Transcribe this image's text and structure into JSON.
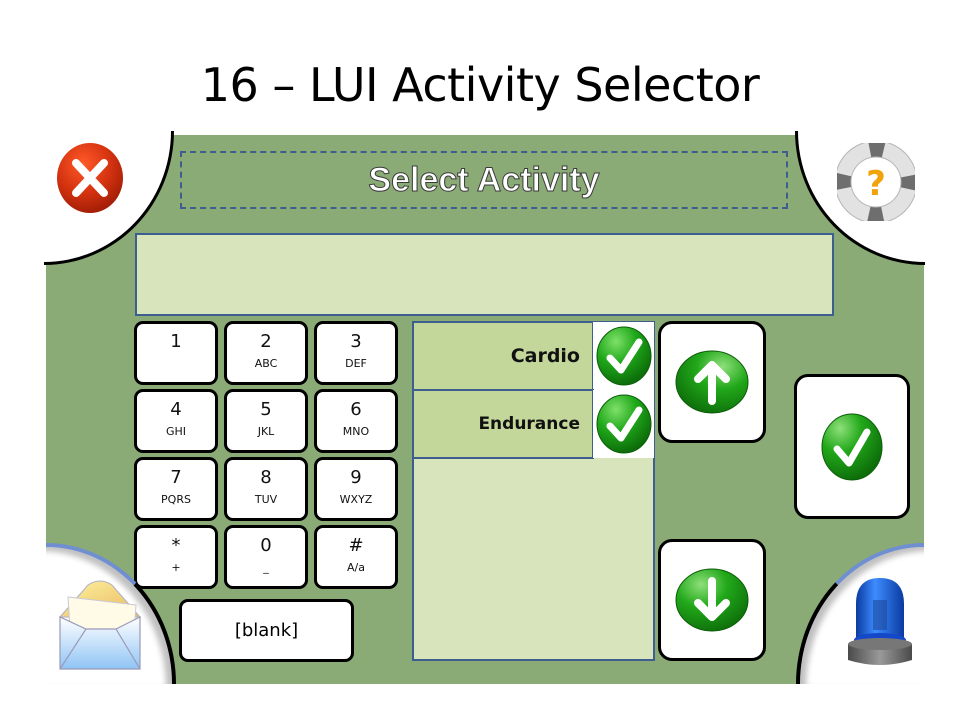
{
  "slide": {
    "title": "16 – LUI Activity Selector"
  },
  "screen": {
    "header_title": "Select Activity",
    "corners": {
      "top_left": {
        "icon": "close-icon",
        "label": "Close"
      },
      "top_right": {
        "icon": "help-lifebuoy-icon",
        "label": "Help"
      },
      "bottom_left": {
        "icon": "envelope-icon",
        "label": "Messages"
      },
      "bottom_right": {
        "icon": "alarm-beacon-icon",
        "label": "Alert"
      }
    },
    "entry_field": {
      "value": ""
    },
    "keypad": [
      {
        "main": "1",
        "sub": ""
      },
      {
        "main": "2",
        "sub": "ABC"
      },
      {
        "main": "3",
        "sub": "DEF"
      },
      {
        "main": "4",
        "sub": "GHI"
      },
      {
        "main": "5",
        "sub": "JKL"
      },
      {
        "main": "6",
        "sub": "MNO"
      },
      {
        "main": "7",
        "sub": "PQRS"
      },
      {
        "main": "8",
        "sub": "TUV"
      },
      {
        "main": "9",
        "sub": "WXYZ"
      },
      {
        "main": "*",
        "sub": "+"
      },
      {
        "main": "0",
        "sub": "_"
      },
      {
        "main": "#",
        "sub": "A/a"
      }
    ],
    "blank_key": "[blank]",
    "activities": [
      {
        "label": "Cardio",
        "selected": true
      },
      {
        "label": "Endurance",
        "selected": true
      }
    ],
    "buttons": {
      "scroll_up": "scroll-up",
      "scroll_down": "scroll-down",
      "confirm": "confirm"
    },
    "colors": {
      "panel": "#8bab76",
      "field": "#d8e4bc",
      "list_item": "#c4d79b",
      "border_blue": "#3d5e8e",
      "accent_green": "#22a31a",
      "close_red": "#d0301a"
    }
  }
}
